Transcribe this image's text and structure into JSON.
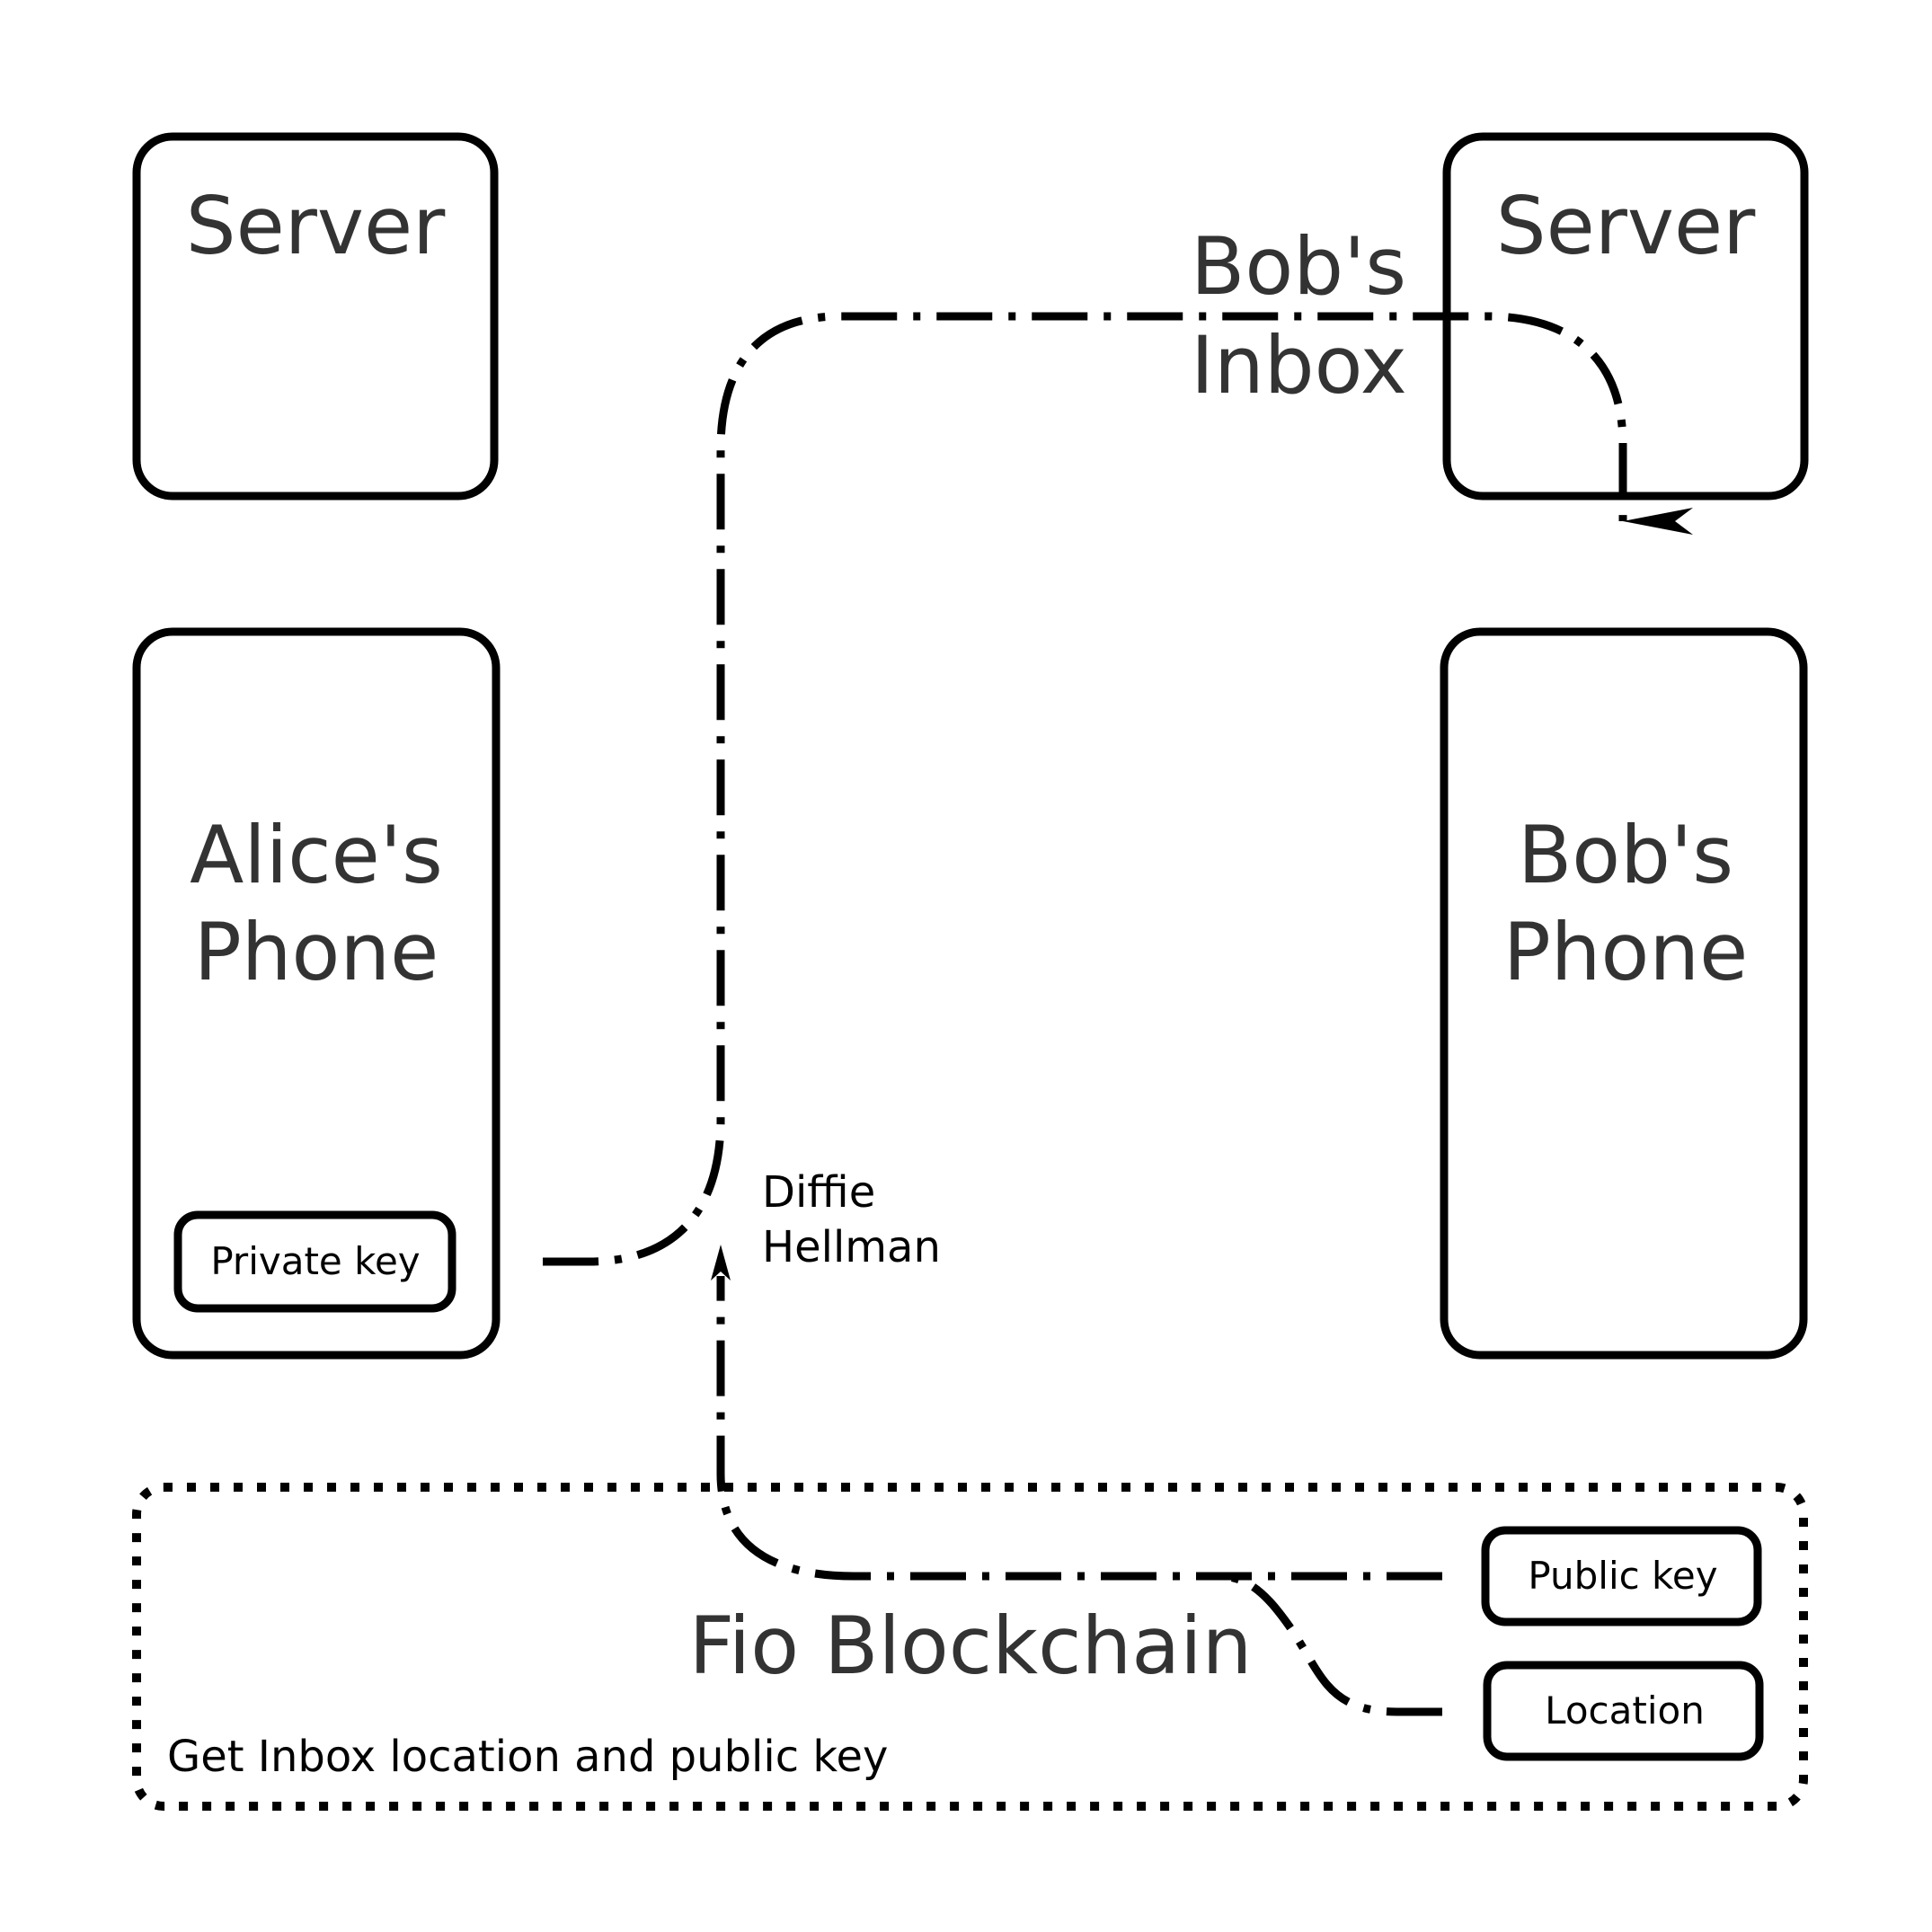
{
  "nodes": {
    "alice_server": {
      "label": "Server"
    },
    "bob_server": {
      "label": "Server"
    },
    "alice_phone": {
      "line1": "Alice's",
      "line2": "Phone"
    },
    "bob_phone": {
      "line1": "Bob's",
      "line2": "Phone"
    },
    "private_key": {
      "label": "Private key"
    },
    "public_key": {
      "label": "Public key"
    },
    "location": {
      "label": "Location"
    },
    "blockchain": {
      "label": "Fio Blockchain",
      "caption": "Get Inbox location and public key"
    }
  },
  "edge_labels": {
    "bobs_inbox": {
      "line1": "Bob's",
      "line2": "Inbox"
    },
    "diffie_hellman": {
      "line1": "Diffie",
      "line2": "Hellman"
    }
  },
  "colors": {
    "stroke": "#000000",
    "heading_text": "#333333",
    "small_text": "#000000",
    "background": "#ffffff"
  }
}
